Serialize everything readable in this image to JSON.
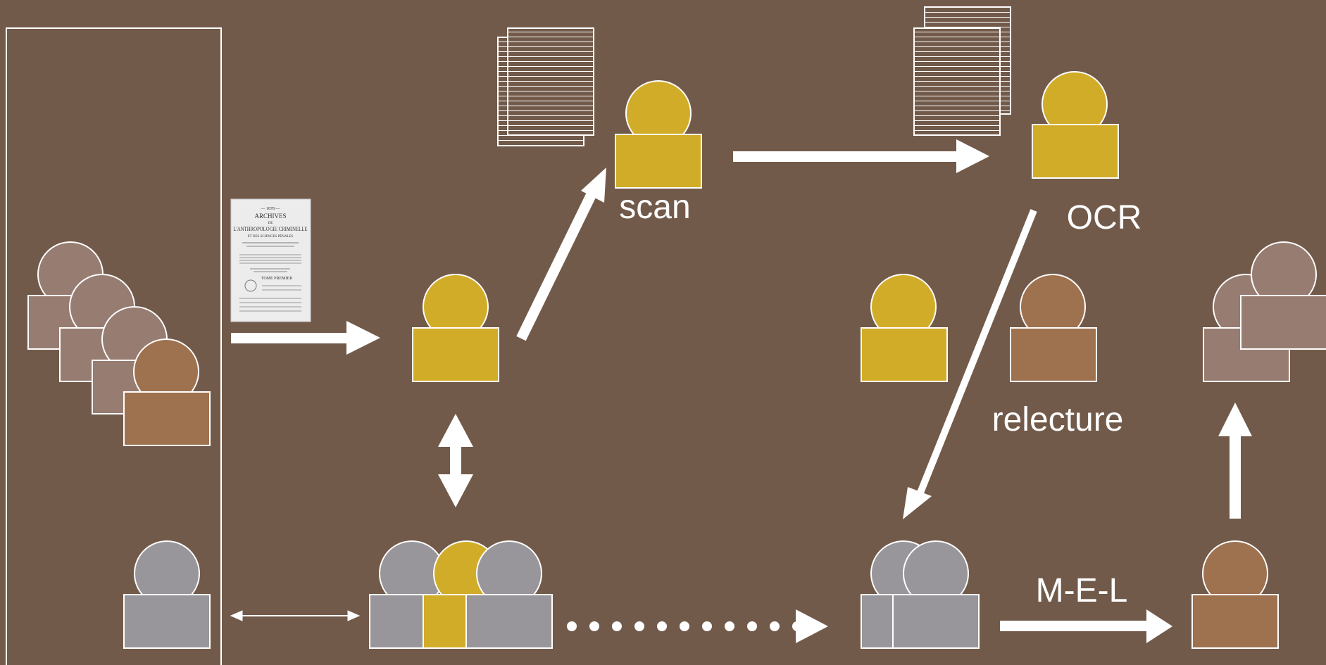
{
  "colors": {
    "background": "#725a4a",
    "gold": "#d1ac28",
    "grey": "#98969a",
    "mauve": "#977c71",
    "brown": "#9e714f",
    "stroke": "#ffffff"
  },
  "labels": {
    "scan": "scan",
    "ocr": "OCR",
    "relecture": "relecture",
    "mel": "M-E-L"
  },
  "book_cover": {
    "title_line1": "ARCHIVES",
    "title_line2": "L'ANTHROPOLOGIE CRIMINELLE",
    "title_line3": "ET DES SCIENCES PÉNALES",
    "volume": "TOME PREMIER"
  }
}
